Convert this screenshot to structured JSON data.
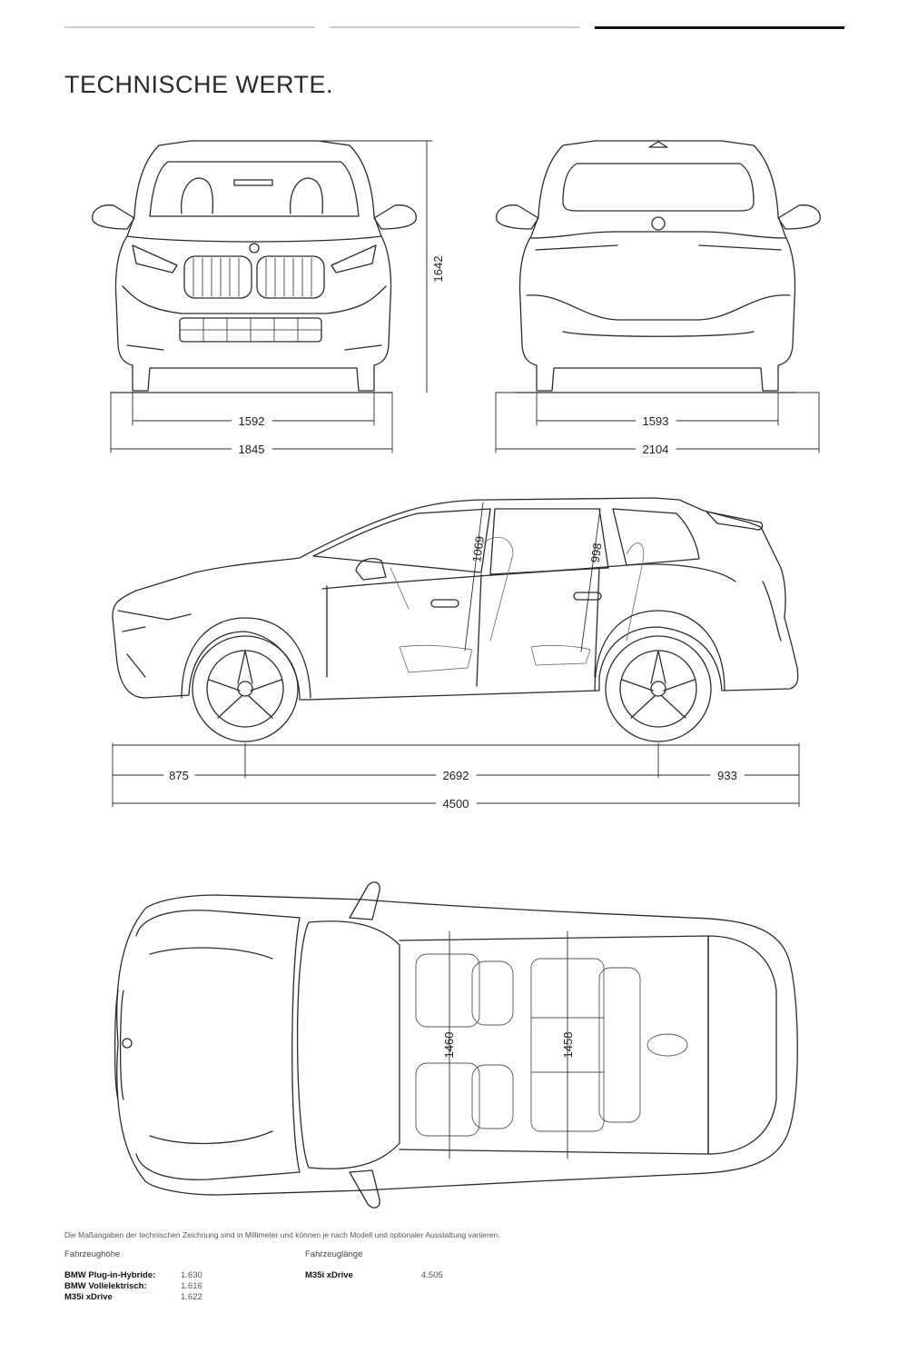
{
  "header": {
    "tabs": [
      {
        "label": ""
      },
      {
        "label": ""
      },
      {
        "label": "",
        "active": true
      }
    ],
    "title": "TECHNISCHE WERTE."
  },
  "dimensions": {
    "height": "1642",
    "front_track": "1592",
    "width": "1845",
    "rear_track": "1593",
    "width_with_mirrors": "2104",
    "front_headroom": "1069",
    "rear_headroom": "998",
    "front_overhang": "875",
    "wheelbase": "2692",
    "rear_overhang": "933",
    "length": "4500",
    "front_shoulder": "1460",
    "rear_shoulder": "1458"
  },
  "footer": {
    "note": "Die Maßangaben der technischen Zeichnung sind in Millimeter und können je nach Modell und optionaler Ausstattung variieren.",
    "height_heading": "Fahrzeughöhe",
    "length_heading": "Fahrzeuglänge",
    "height_rows": [
      {
        "label": "BMW Plug-in-Hybride:",
        "value": "1.630"
      },
      {
        "label": "BMW Vollelektrisch:",
        "value": "1.616"
      },
      {
        "label": "M35i xDrive",
        "value": "1.622"
      }
    ],
    "length_rows": [
      {
        "label": "M35i xDrive",
        "value": "4.505"
      }
    ]
  }
}
